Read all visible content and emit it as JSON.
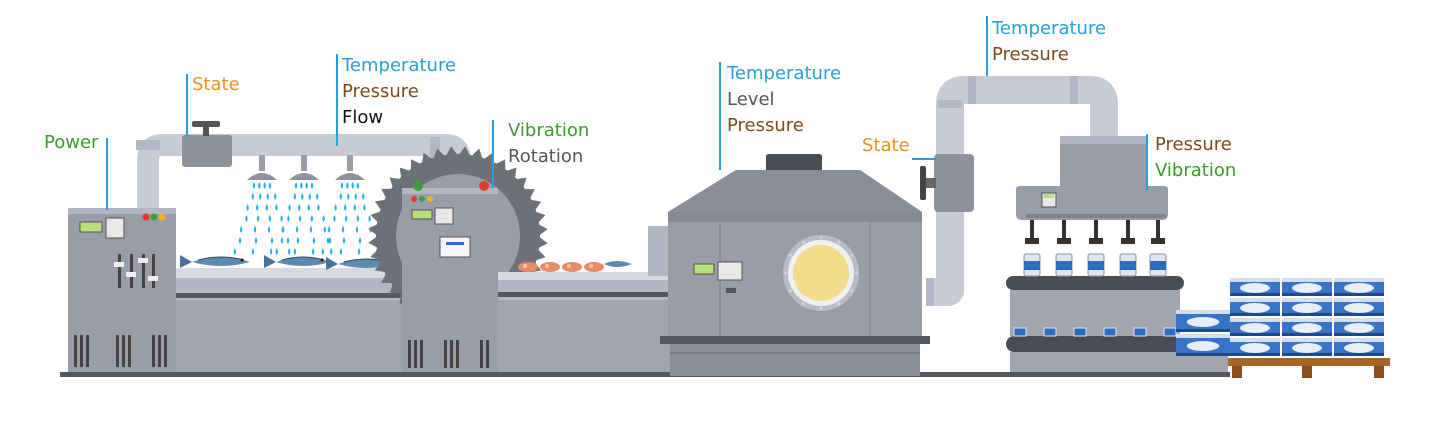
{
  "colors": {
    "temperature": "#2a9ed8",
    "pressure": "#7a4a1e",
    "state": "#f09020",
    "power": "#3a9a2a",
    "vibration": "#3a9a2a",
    "rotation": "#555555",
    "level": "#555555",
    "flow": "#111111",
    "machine_body": "#9a9ca8",
    "machine_dark": "#7e808c",
    "pipe": "#c8cbd6",
    "water": "#2ab0e0",
    "can_blue": "#2e6cc4",
    "pallet": "#a8652a"
  },
  "labels": {
    "power": {
      "lines": [
        {
          "text": "Power",
          "color": "power"
        }
      ]
    },
    "state_left": {
      "lines": [
        {
          "text": "State",
          "color": "state"
        }
      ]
    },
    "washer": {
      "lines": [
        {
          "text": "Temperature",
          "color": "temperature"
        },
        {
          "text": "Pressure",
          "color": "pressure"
        },
        {
          "text": "Flow",
          "color": "flow"
        }
      ]
    },
    "saw": {
      "lines": [
        {
          "text": "Vibration",
          "color": "vibration"
        },
        {
          "text": "Rotation",
          "color": "rotation"
        }
      ]
    },
    "cooker": {
      "lines": [
        {
          "text": "Temperature",
          "color": "temperature"
        },
        {
          "text": "Level",
          "color": "level"
        },
        {
          "text": "Pressure",
          "color": "pressure"
        }
      ]
    },
    "state_right": {
      "lines": [
        {
          "text": "State",
          "color": "state"
        }
      ]
    },
    "pipe_top": {
      "lines": [
        {
          "text": "Temperature",
          "color": "temperature"
        },
        {
          "text": "Pressure",
          "color": "pressure"
        }
      ]
    },
    "filler": {
      "lines": [
        {
          "text": "Pressure",
          "color": "pressure"
        },
        {
          "text": "Vibration",
          "color": "vibration"
        }
      ]
    }
  }
}
